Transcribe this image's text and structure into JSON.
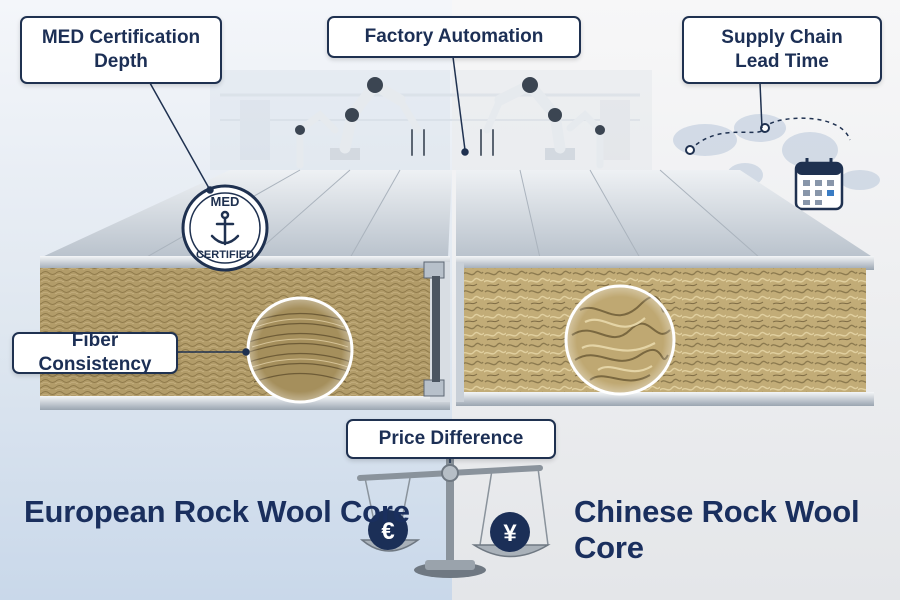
{
  "callouts": {
    "med_certification": {
      "line1": "MED Certification",
      "line2": "Depth"
    },
    "factory_automation": "Factory Automation",
    "supply_chain": {
      "line1": "Supply Chain",
      "line2": "Lead Time"
    },
    "fiber_consistency": "Fiber Consistency",
    "price_difference": "Price Difference"
  },
  "badge": {
    "top_text": "MED",
    "bottom_text": "CERTIFIED"
  },
  "titles": {
    "european": "European Rock Wool Core",
    "chinese": "Chinese Rock Wool Core"
  },
  "currency": {
    "euro": "€",
    "yen": "¥"
  },
  "icons": {
    "robot": "robot-arm-icon",
    "ship": "cargo-ship-icon",
    "calendar": "calendar-icon",
    "world": "world-map-icon",
    "scale": "balance-scale-icon",
    "anchor": "anchor-icon"
  },
  "colors": {
    "navy": "#1c2f55",
    "european_core": "#b49e6c",
    "chinese_core": "#c6b07a",
    "steel": "#c9d1da"
  }
}
